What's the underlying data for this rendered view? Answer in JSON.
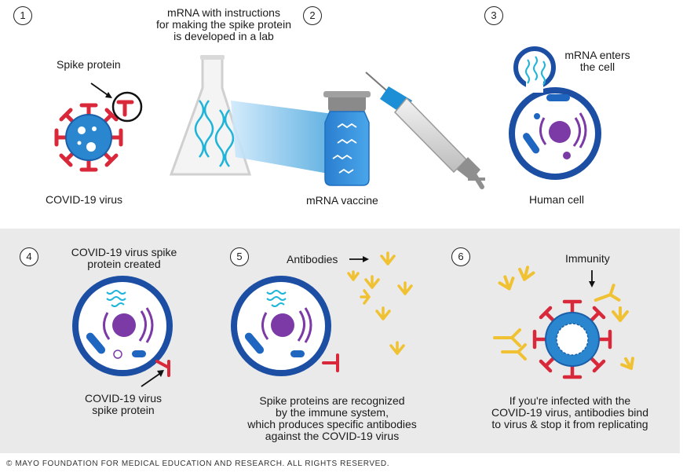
{
  "steps": [
    {
      "number": "1",
      "caption": "COVID-19 virus",
      "callout": "Spike protein"
    },
    {
      "number": "2",
      "title_lines": [
        "mRNA with instructions",
        "for making the spike protein",
        "is developed in a lab"
      ],
      "caption": "mRNA vaccine"
    },
    {
      "number": "3",
      "callout_lines": [
        "mRNA enters",
        "the cell"
      ],
      "caption": "Human cell"
    },
    {
      "number": "4",
      "title_lines": [
        "COVID-19 virus spike",
        "protein created"
      ],
      "caption_lines": [
        "COVID-19 virus",
        "spike protein"
      ]
    },
    {
      "number": "5",
      "callout": "Antibodies",
      "caption_lines": [
        "Spike proteins are recognized",
        "by the immune system,",
        "which produces specific antibodies",
        "against the COVID-19 virus"
      ]
    },
    {
      "number": "6",
      "callout": "Immunity",
      "caption_lines": [
        "If you're infected with the",
        "COVID-19 virus, antibodies bind",
        "to virus & stop it from replicating"
      ]
    }
  ],
  "footer": "© MAYO FOUNDATION FOR MEDICAL EDUCATION AND RESEARCH. ALL RIGHTS RESERVED.",
  "colors": {
    "virus": "#2a87cf",
    "spike": "#d8283a",
    "cell_outline": "#1c4fa4",
    "nucleus": "#7b3aa6",
    "antibody": "#f0c233",
    "rna": "#1fb4d9",
    "panel": "#eaeaea"
  }
}
